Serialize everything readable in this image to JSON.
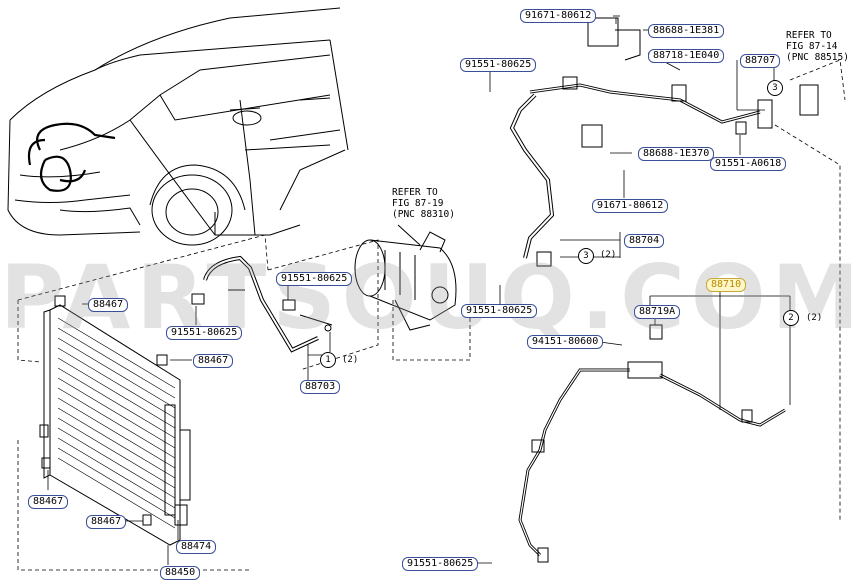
{
  "labels": [
    {
      "id": "p91671_top",
      "text": "91671-80612",
      "highlighted": false
    },
    {
      "id": "p88688_1e381",
      "text": "88688-1E381",
      "highlighted": false
    },
    {
      "id": "p88718",
      "text": "88718-1E040",
      "highlighted": false
    },
    {
      "id": "p88707",
      "text": "88707",
      "highlighted": false
    },
    {
      "id": "p91551_top",
      "text": "91551-80625",
      "highlighted": false
    },
    {
      "id": "p88688_1e370",
      "text": "88688-1E370",
      "highlighted": false
    },
    {
      "id": "p91551_a0618",
      "text": "91551-A0618",
      "highlighted": false
    },
    {
      "id": "p91671_mid",
      "text": "91671-80612",
      "highlighted": false
    },
    {
      "id": "p88704",
      "text": "88704",
      "highlighted": false
    },
    {
      "id": "p91551_comp",
      "text": "91551-80625",
      "highlighted": false
    },
    {
      "id": "p91551_mid",
      "text": "91551-80625",
      "highlighted": false
    },
    {
      "id": "p91551_left",
      "text": "91551-80625",
      "highlighted": false
    },
    {
      "id": "p88703",
      "text": "88703",
      "highlighted": false
    },
    {
      "id": "p88710",
      "text": "88710",
      "highlighted": true
    },
    {
      "id": "p88719a",
      "text": "88719A",
      "highlighted": false
    },
    {
      "id": "p94151",
      "text": "94151-80600",
      "highlighted": false
    },
    {
      "id": "p91551_bottom",
      "text": "91551-80625",
      "highlighted": false
    },
    {
      "id": "p88467_a",
      "text": "88467",
      "highlighted": false
    },
    {
      "id": "p88467_b",
      "text": "88467",
      "highlighted": false
    },
    {
      "id": "p88467_c",
      "text": "88467",
      "highlighted": false
    },
    {
      "id": "p88467_d",
      "text": "88467",
      "highlighted": false
    },
    {
      "id": "p88474",
      "text": "88474",
      "highlighted": false
    },
    {
      "id": "p88450",
      "text": "88450",
      "highlighted": false
    }
  ],
  "notes": {
    "refer_fig_87_19": "REFER TO\nFIG 87-19\n(PNC 88310)",
    "refer_fig_87_14": "REFER TO\nFIG 87-14\n(PNC 88515)"
  },
  "callouts": [
    {
      "id": "c3_top",
      "number": "3",
      "qty": ""
    },
    {
      "id": "c3_mid",
      "number": "3",
      "qty": "(2)"
    },
    {
      "id": "c1_left",
      "number": "1",
      "qty": "(2)"
    },
    {
      "id": "c2_right",
      "number": "2",
      "qty": "(2)"
    }
  ],
  "watermark": "PARTSOUQ.COM",
  "colors": {
    "label_border": "#3a4f9a",
    "highlight_fill": "#fff6c8",
    "highlight_text": "#b88a00"
  }
}
